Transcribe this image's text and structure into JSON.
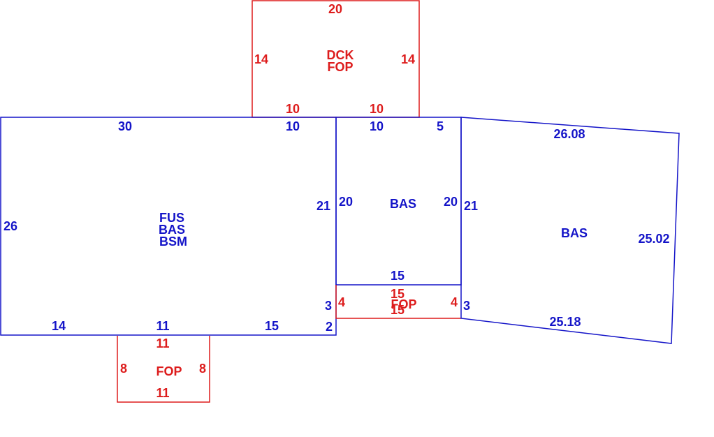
{
  "colors": {
    "porch": "#dd1c1c",
    "living": "#1414c8"
  },
  "areas": {
    "dck_fop": {
      "codes": [
        "DCK",
        "FOP"
      ],
      "dims": {
        "top": "20",
        "left": "14",
        "right": "14",
        "bottom_left": "10",
        "bottom_right": "10"
      }
    },
    "main": {
      "codes": [
        "FUS",
        "BAS",
        "BSM"
      ],
      "dims": {
        "top_left": "30",
        "top_right": "10",
        "left": "26",
        "right": "21",
        "right_lower": "3",
        "bottom_left": "14",
        "bottom_mid": "11",
        "bottom_right": "15",
        "bottom_corner": "2"
      }
    },
    "middle_bas": {
      "code": "BAS",
      "dims": {
        "top_left": "10",
        "top_right": "5",
        "left": "20",
        "right": "20",
        "bottom": "15"
      }
    },
    "middle_fop": {
      "code": "FOP",
      "dims": {
        "top": "15",
        "bottom": "15",
        "left": "4",
        "right": "4"
      }
    },
    "right_bas": {
      "code": "BAS",
      "dims": {
        "top": "26.08",
        "left": "21",
        "left_lower": "3",
        "right": "25.02",
        "bottom": "25.18"
      }
    },
    "bottom_fop": {
      "code": "FOP",
      "dims": {
        "top": "11",
        "bottom": "11",
        "left": "8",
        "right": "8"
      }
    }
  }
}
